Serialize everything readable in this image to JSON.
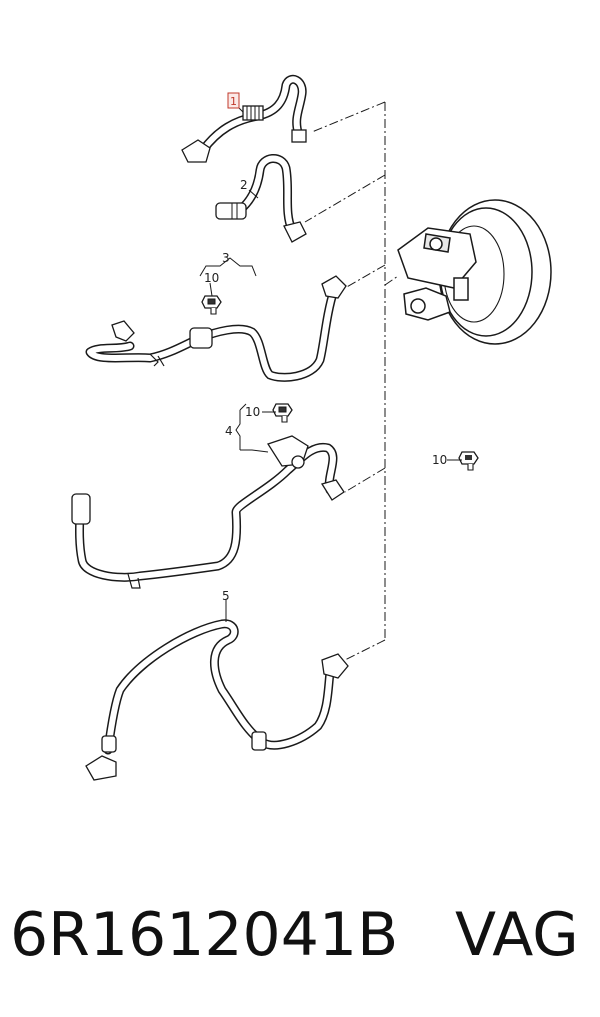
{
  "callouts": {
    "c1": "1",
    "c2": "2",
    "c3": "3",
    "c4": "4",
    "c5": "5",
    "c10a": "10",
    "c10b": "10",
    "c10c": "10"
  },
  "caption": {
    "part_number": "6R1612041B",
    "brand": "VAG"
  },
  "colors": {
    "line": "#1a1a1a",
    "highlight": "#c0392b",
    "background": "#ffffff"
  }
}
